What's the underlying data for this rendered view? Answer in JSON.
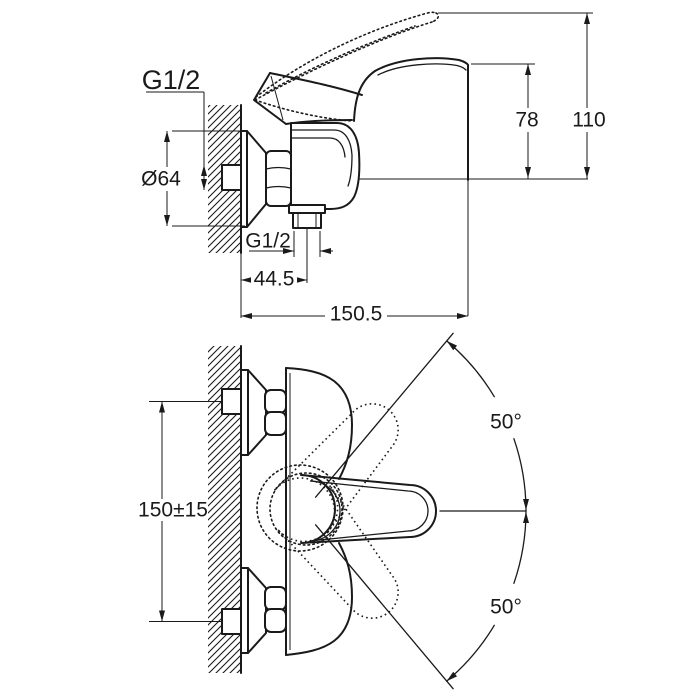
{
  "colors": {
    "line": "#1a1a1a",
    "background": "#ffffff"
  },
  "side_view": {
    "wall_thread": "G1/2",
    "flange_diameter": "Ø64",
    "outlet_thread": "G1/2",
    "wall_to_outlet": "44.5",
    "overall_depth": "150.5",
    "body_height": "78",
    "overall_height": "110"
  },
  "front_view": {
    "connection_spacing": "150±15",
    "swing_angle_up": "50°",
    "swing_angle_down": "50°"
  }
}
